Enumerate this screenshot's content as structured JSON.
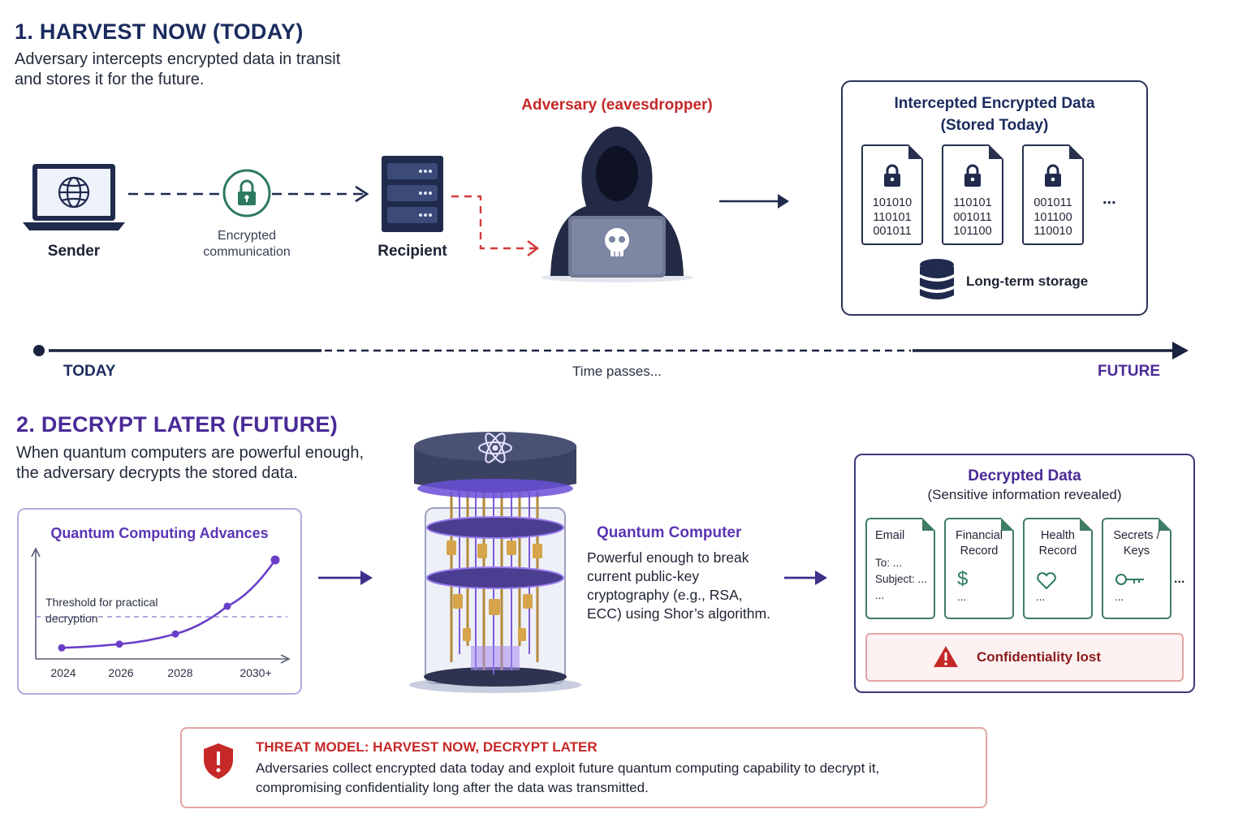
{
  "section1": {
    "heading": "1.  HARVEST NOW (TODAY)",
    "desc_line1": "Adversary intercepts encrypted data in transit",
    "desc_line2": "and stores it for the future.",
    "sender_label": "Sender",
    "encrypted_line1": "Encrypted",
    "encrypted_line2": "communication",
    "recipient_label": "Recipient",
    "adversary_label": "Adversary (eavesdropper)",
    "storage_box": {
      "title_line1": "Intercepted Encrypted Data",
      "title_line2": "(Stored Today)",
      "files": [
        [
          "101010",
          "110101",
          "001011"
        ],
        [
          "110101",
          "001011",
          "101100"
        ],
        [
          "001011",
          "101100",
          "110010"
        ]
      ],
      "ellipsis": "...",
      "storage_label": "Long-term storage"
    }
  },
  "timeline": {
    "start_label": "TODAY",
    "middle_label": "Time passes...",
    "end_label": "FUTURE"
  },
  "section2": {
    "heading": "2.  DECRYPT LATER (FUTURE)",
    "desc_line1": "When quantum computers are powerful enough,",
    "desc_line2": "the adversary decrypts the stored data.",
    "chart_panel_title": "Quantum Computing Advances",
    "threshold_line1": "Threshold for practical",
    "threshold_line2": "decryption",
    "quantum_title": "Quantum Computer",
    "quantum_desc": [
      "Powerful enough to break",
      "current public-key",
      "cryptography (e.g., RSA,",
      "ECC) using Shor’s algorithm."
    ],
    "decrypted_box": {
      "title": "Decrypted Data",
      "subtitle": "(Sensitive information revealed)",
      "email": {
        "title": "Email",
        "to": "To: ...",
        "subject": "Subject: ...",
        "more": "..."
      },
      "financial": {
        "title_line1": "Financial",
        "title_line2": "Record",
        "more": "..."
      },
      "health": {
        "title_line1": "Health",
        "title_line2": "Record",
        "more": "..."
      },
      "secrets": {
        "title_line1": "Secrets /",
        "title_line2": "Keys",
        "more": "..."
      },
      "ellipsis": "...",
      "alert_text": "Confidentiality lost"
    }
  },
  "threat": {
    "title": "THREAT MODEL: HARVEST NOW, DECRYPT LATER",
    "line1": "Adversaries collect encrypted data today and exploit future quantum computing capability to decrypt it,",
    "line2": "compromising confidentiality long after the data was transmitted."
  },
  "chart_data": {
    "type": "line",
    "title": "Quantum Computing Advances",
    "categories": [
      "2024",
      "2026",
      "2028",
      "2030+"
    ],
    "series": [
      {
        "values": [
          0.05,
          0.09,
          0.2,
          0.5,
          1.0
        ]
      }
    ],
    "annotations": [
      "Threshold for practical decryption"
    ]
  },
  "colors": {
    "navy": "#1b2b5e",
    "purple": "#4a2a96",
    "red": "#c62828",
    "teal": "#2e7a5e"
  }
}
